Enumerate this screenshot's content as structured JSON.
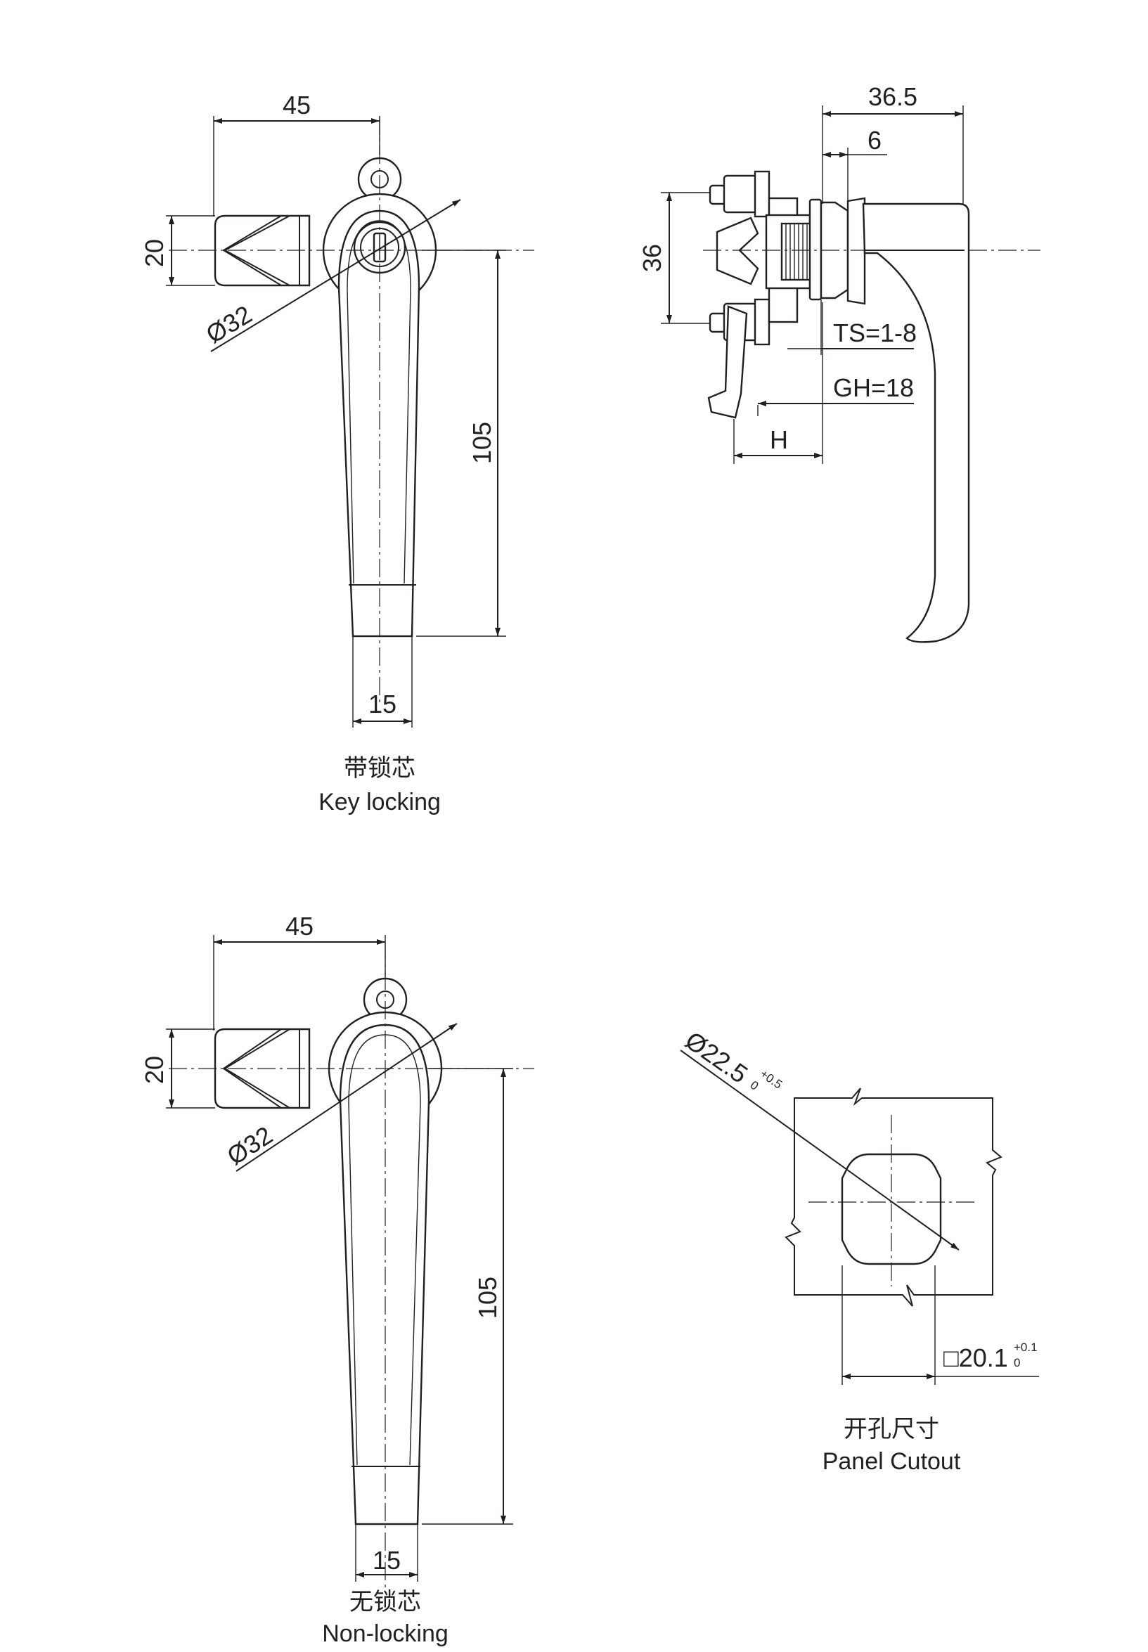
{
  "views": {
    "key_locking": {
      "dim_width": "45",
      "dim_height": "20",
      "dim_diameter": "Ø32",
      "dim_length": "105",
      "dim_tip": "15",
      "caption_cn": "带锁芯",
      "caption_en": "Key locking"
    },
    "side": {
      "dim_total": "36.5",
      "dim_flange": "6",
      "dim_spacing": "36",
      "dim_ts": "TS=1-8",
      "dim_gh": "GH=18",
      "dim_h": "H"
    },
    "non_locking": {
      "dim_width": "45",
      "dim_height": "20",
      "dim_diameter": "Ø32",
      "dim_length": "105",
      "dim_tip": "15",
      "caption_cn": "无锁芯",
      "caption_en": "Non-locking"
    },
    "cutout": {
      "dim_diameter": "Ø22.5",
      "dim_diameter_tol_upper": "+0.5",
      "dim_diameter_tol_lower": "0",
      "dim_square": "□20.1",
      "dim_square_tol_upper": "+0.1",
      "dim_square_tol_lower": "0",
      "caption_cn": "开孔尺寸",
      "caption_en": "Panel Cutout"
    }
  }
}
